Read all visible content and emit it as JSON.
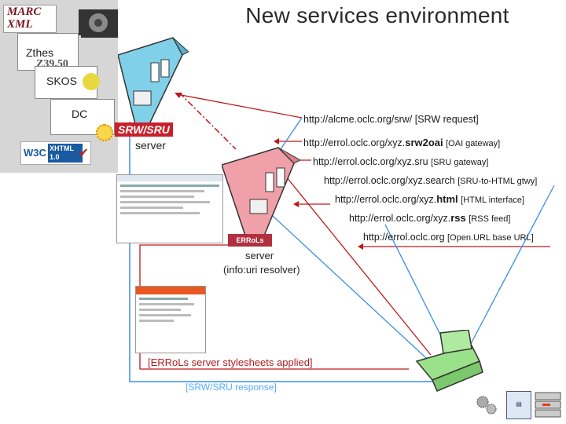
{
  "title": "New services environment",
  "formats": {
    "marc": "MARC XML",
    "zthes": "Zthes",
    "z3950": "Z39.50",
    "skos": "SKOS",
    "dc": "DC",
    "xhtml_w3c": "W3C",
    "xhtml": "XHTML 1.0"
  },
  "srw_server": {
    "badge": "SRW/SRU",
    "label": "server"
  },
  "errols_server": {
    "badge": "ERRoLs",
    "label": "server",
    "sublabel": "(info:uri resolver)"
  },
  "urls": [
    {
      "base": "http://alcme.oclc.org/srw/",
      "bold": "",
      "note": "[SRW request]"
    },
    {
      "base": "http://errol.oclc.org/xyz.",
      "bold": "srw2oai",
      "note": "[OAI gateway]"
    },
    {
      "base": "http://errol.oclc.org/xyz.sru",
      "bold": "",
      "note": "[SRU gateway]"
    },
    {
      "base": "http://errol.oclc.org/xyz.search",
      "bold": "",
      "note": "[SRU-to-HTML gtwy]"
    },
    {
      "base": "http://errol.oclc.org/xyz.",
      "bold": "html",
      "note": "[HTML interface]"
    },
    {
      "base": "http://errol.oclc.org/xyz.",
      "bold": "rss",
      "note": "[RSS feed]"
    },
    {
      "base": "http://errol.oclc.org",
      "bold": "",
      "note": "[Open.URL base URL]"
    }
  ],
  "stylesheets_label": "[ERRoLs server stylesheets applied]",
  "response_label": "[SRW/SRU response]",
  "colors": {
    "red": "#c01818",
    "blue": "#3a8fe0",
    "cyan": "#7fd0e8",
    "pink": "#f0a0a8",
    "panel": "#d6d6d6"
  }
}
